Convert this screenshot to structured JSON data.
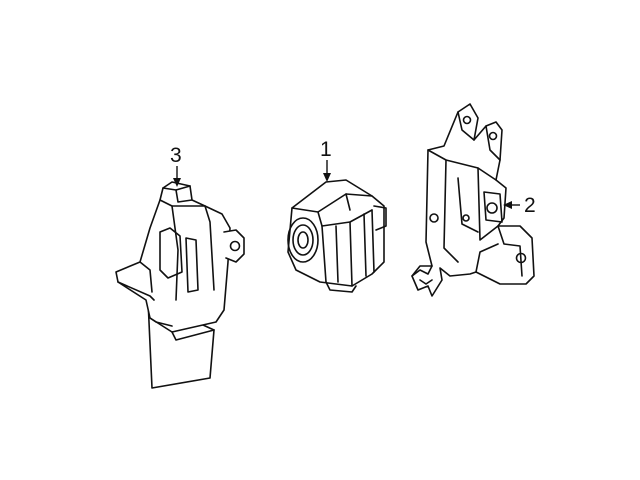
{
  "callouts": [
    {
      "id": "1",
      "label": "1"
    },
    {
      "id": "2",
      "label": "2"
    },
    {
      "id": "3",
      "label": "3"
    }
  ],
  "colors": {
    "line": "#111111",
    "background": "#ffffff"
  }
}
